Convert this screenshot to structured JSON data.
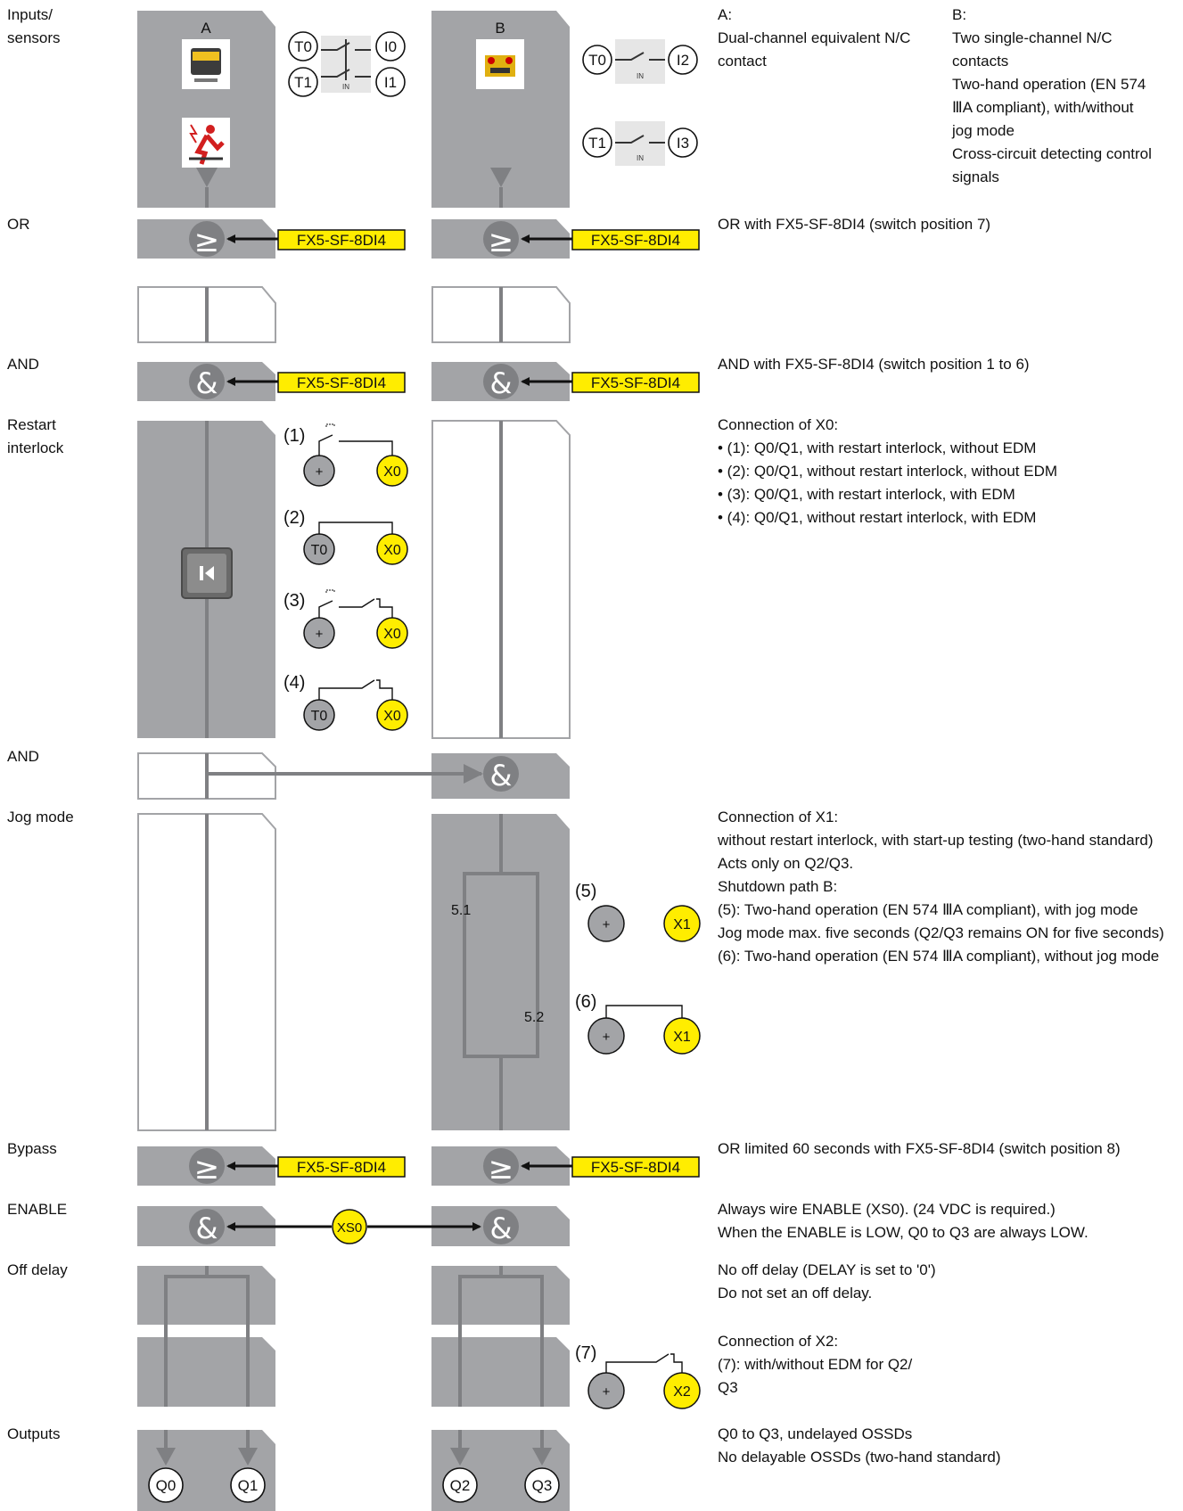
{
  "row_labels": {
    "inputs": [
      "Inputs/",
      "sensors"
    ],
    "or": "OR",
    "and1": "AND",
    "restart": [
      "Restart",
      "interlock"
    ],
    "and2": "AND",
    "jog": "Jog mode",
    "bypass": "Bypass",
    "enable": "ENABLE",
    "offdelay": "Off delay",
    "outputs": "Outputs"
  },
  "columns": {
    "a": "A",
    "b": "B"
  },
  "terminals": {
    "a_in": [
      "T0",
      "T1",
      "I0",
      "I1"
    ],
    "b_in": [
      "T0",
      "I2",
      "T1",
      "I3"
    ],
    "plus": "+",
    "x0": "X0",
    "x1": "X1",
    "x2": "X2",
    "t0": "T0",
    "xs0": "XS0",
    "outputs": [
      "Q0",
      "Q1",
      "Q2",
      "Q3"
    ],
    "in_tag": "IN"
  },
  "gates": {
    "or_symbol": "≥",
    "and_symbol": "&"
  },
  "module_tag": "FX5-SF-8DI4",
  "restart_labels": [
    "(1)",
    "(2)",
    "(3)",
    "(4)"
  ],
  "jog_labels": {
    "p5": "(5)",
    "p6": "(6)",
    "s51": "5.1",
    "s52": "5.2"
  },
  "x2_label": "(7)",
  "descriptions": {
    "inputs_a": [
      "A:",
      "Dual-channel equivalent N/C",
      "contact"
    ],
    "inputs_b": [
      "B:",
      "Two single-channel N/C",
      "contacts",
      "Two-hand operation (EN 574",
      "ⅢA compliant), with/without",
      "jog mode",
      "Cross-circuit detecting control",
      "signals"
    ],
    "or": "OR with FX5-SF-8DI4 (switch position 7)",
    "and": "AND with FX5-SF-8DI4 (switch position 1 to 6)",
    "restart": [
      "Connection of X0:",
      "• (1): Q0/Q1, with restart interlock, without EDM",
      "• (2): Q0/Q1, without restart interlock, without EDM",
      "• (3): Q0/Q1, with restart interlock, with EDM",
      "• (4): Q0/Q1, without restart interlock, with EDM"
    ],
    "jog": [
      "Connection of X1:",
      "without restart interlock, with start-up testing (two-hand standard)",
      "Acts only on Q2/Q3.",
      "Shutdown path B:",
      "(5): Two-hand operation (EN 574 ⅢA compliant), with jog mode",
      "Jog mode max. five seconds (Q2/Q3 remains ON for five seconds)",
      "(6): Two-hand operation (EN 574 ⅢA compliant), without jog mode"
    ],
    "bypass": "OR limited 60 seconds with FX5-SF-8DI4 (switch position 8)",
    "enable": [
      "Always wire ENABLE (XS0). (24 VDC is required.)",
      "When the ENABLE is LOW, Q0 to Q3 are always LOW."
    ],
    "offdelay": [
      "No off delay (DELAY is set to '0')",
      "Do not set an off delay."
    ],
    "x2": [
      "Connection of X2:",
      "(7): with/without EDM for Q2/",
      "Q3"
    ],
    "outputs": [
      "Q0 to Q3, undelayed OSSDs",
      "No delayable OSSDs (two-hand standard)"
    ]
  },
  "colors": {
    "block": "#a3a4a7",
    "line": "#7f8083",
    "gate": "#7f8083",
    "yellow": "#ffed00",
    "terminal_gray": "#a3a4a7",
    "border": "#a3a4a7"
  }
}
